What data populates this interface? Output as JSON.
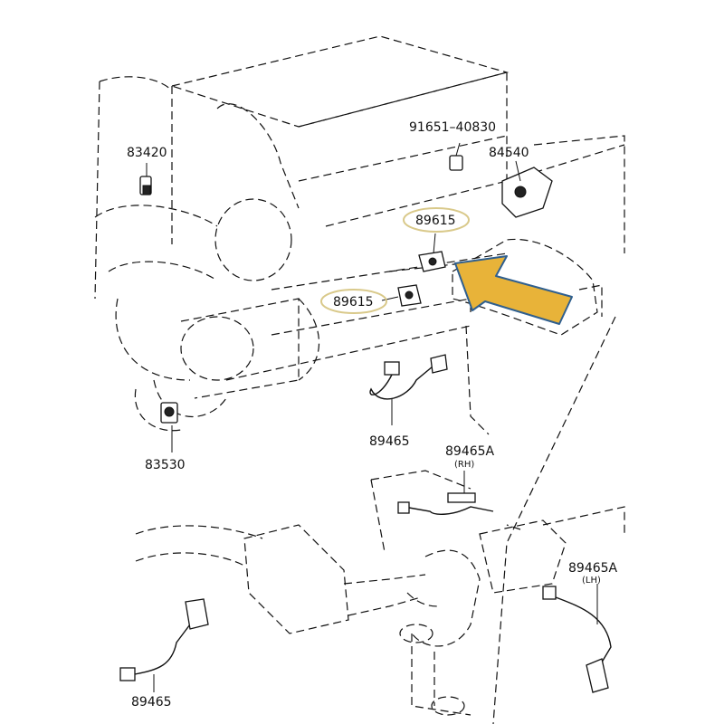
{
  "parts": {
    "p83420": "83420",
    "p91651": "91651–40830",
    "p84540": "84540",
    "p89615_upper": "89615",
    "p89615_lower": "89615",
    "p89465_center": "89465",
    "p83530": "83530",
    "p89465a_rh": "89465A",
    "p89465a_rh_sub": "(RH)",
    "p89465a_lh": "89465A",
    "p89465a_lh_sub": "(LH)",
    "p89465_bottom": "89465"
  },
  "highlight": {
    "ellipse_color": "#d9c98a",
    "arrow_fill": "#e8b339",
    "arrow_stroke": "#2f5f8f"
  }
}
